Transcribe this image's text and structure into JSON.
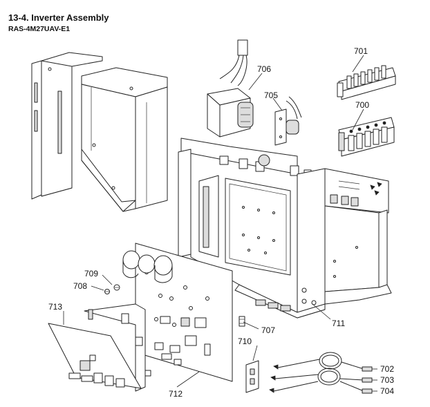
{
  "header": {
    "title": "13-4.  Inverter Assembly",
    "model": "RAS-4M27UAV-E1"
  },
  "parts": [
    {
      "id": "p701",
      "label": "701"
    },
    {
      "id": "p706",
      "label": "706"
    },
    {
      "id": "p705",
      "label": "705"
    },
    {
      "id": "p700",
      "label": "700"
    },
    {
      "id": "p709",
      "label": "709"
    },
    {
      "id": "p708",
      "label": "708"
    },
    {
      "id": "p713",
      "label": "713"
    },
    {
      "id": "p711",
      "label": "711"
    },
    {
      "id": "p707",
      "label": "707"
    },
    {
      "id": "p710",
      "label": "710"
    },
    {
      "id": "p702",
      "label": "702"
    },
    {
      "id": "p703",
      "label": "703"
    },
    {
      "id": "p704",
      "label": "704"
    },
    {
      "id": "p712",
      "label": "712"
    }
  ]
}
